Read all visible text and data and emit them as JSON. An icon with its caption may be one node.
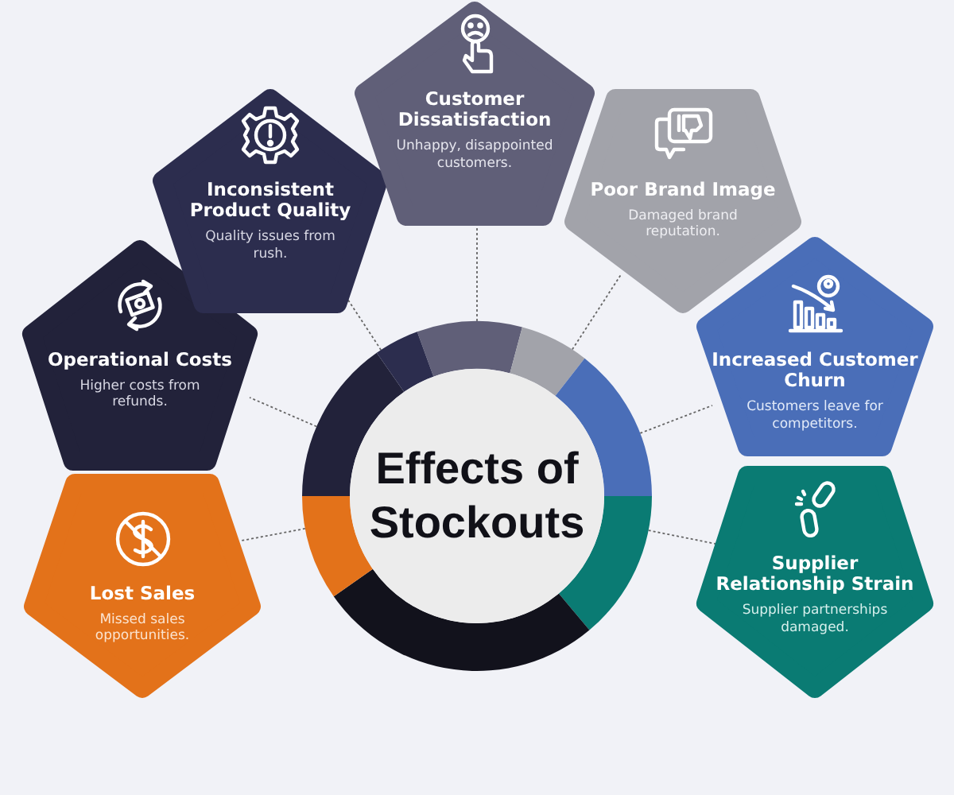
{
  "diagram": {
    "nodes": [
      {
        "text": [
          "Effects of Stockouts"
        ]
      },
      {
        "text": [
          "Lost Sales",
          "Missed sales opportunities."
        ]
      },
      {
        "text": [
          "Operational Costs",
          "Higher costs from refunds."
        ]
      },
      {
        "text": [
          "Inconsistent Product Quality",
          "Quality issues from rush."
        ]
      },
      {
        "text": [
          "Customer Dissatisfaction",
          "Unhappy, disappointed customers."
        ]
      },
      {
        "text": [
          "Poor Brand Image",
          "Damaged brand reputation."
        ]
      },
      {
        "text": [
          "Increased Customer Churn",
          "Customers leave for competitors."
        ]
      },
      {
        "text": [
          "Supplier Relationship Strain",
          "Supplier partnerships damaged."
        ]
      }
    ],
    "edges": [
      {
        "from": 0,
        "to": 1,
        "arrow": "none"
      },
      {
        "from": 0,
        "to": 2,
        "arrow": "none"
      },
      {
        "from": 0,
        "to": 3,
        "arrow": "none"
      },
      {
        "from": 0,
        "to": 4,
        "arrow": "none"
      },
      {
        "from": 0,
        "to": 5,
        "arrow": "none"
      },
      {
        "from": 0,
        "to": 6,
        "arrow": "none"
      },
      {
        "from": 0,
        "to": 7,
        "arrow": "none"
      }
    ]
  }
}
